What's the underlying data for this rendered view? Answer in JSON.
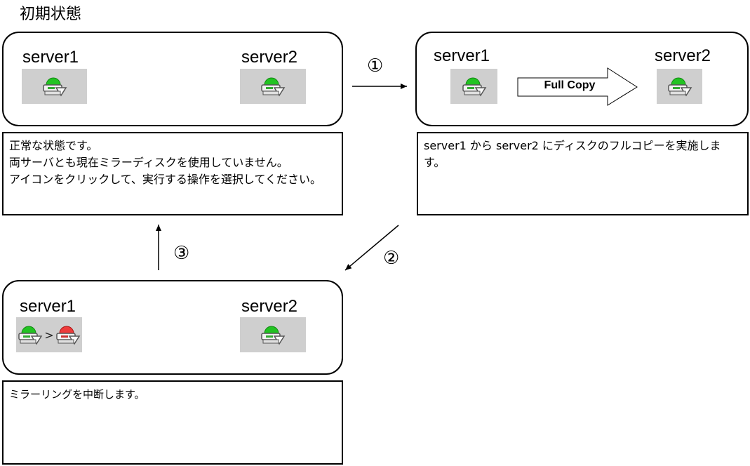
{
  "title": "初期状態",
  "panels": {
    "initial": {
      "server1": "server1",
      "server2": "server2"
    },
    "fullcopy": {
      "server1": "server1",
      "server2": "server2",
      "copy_label": "Full Copy"
    },
    "suspend": {
      "server1": "server1",
      "server2": "server2",
      "state_arrow": ">"
    }
  },
  "descriptions": {
    "initial": "正常な状態です。\n両サーバとも現在ミラーディスクを使用していません。\nアイコンをクリックして、実行する操作を選択してください。",
    "fullcopy": "server1 から server2 にディスクのフルコピーを実施します。",
    "suspend": "ミラーリングを中断します。"
  },
  "steps": {
    "step1": "①",
    "step2": "②",
    "step3": "③"
  },
  "colors": {
    "normal": "#22c322",
    "error": "#ee3b3b",
    "icon_bg": "#cfcfcf"
  },
  "icons": {
    "normal": "mirror-disk-normal-icon",
    "error": "mirror-disk-error-icon"
  }
}
